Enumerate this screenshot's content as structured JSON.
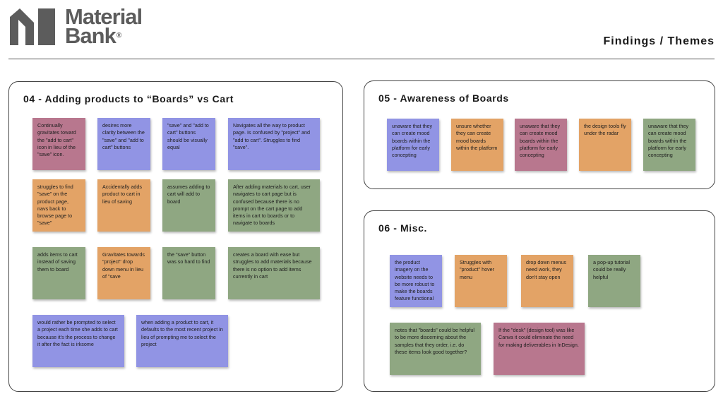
{
  "header": {
    "logo_line1": "Material",
    "logo_line2": "Bank",
    "logo_reg": "®",
    "page_title": "Findings / Themes"
  },
  "colors": {
    "pink": "#b8778e",
    "purple": "#9194e4",
    "orange": "#e3a366",
    "green": "#8fa782",
    "logo_gray": "#5c5c5c"
  },
  "panels": {
    "boards_vs_cart": {
      "title": "04 - Adding products to “Boards” vs Cart",
      "notes": [
        {
          "color": "pink",
          "text": "Continually gravitates toward the \"add to cart\" icon in lieu of the \"save\" icon."
        },
        {
          "color": "purple",
          "text": "desires more clarity between the \"save\" and \"add to cart\" buttons"
        },
        {
          "color": "purple",
          "text": "\"save\" and \"add to cart\" buttons should be visually equal"
        },
        {
          "color": "purple",
          "text": "Navigates all the way to product page. Is confused by \"project\" and \"add to cart\". Struggles to find \"save\"."
        },
        {
          "color": "orange",
          "text": "struggles to find \"save\" on the product page, navs back to browse page to \"save\""
        },
        {
          "color": "orange",
          "text": "Accidentally adds product to cart in lieu of saving"
        },
        {
          "color": "green",
          "text": "assumes adding to cart will add to board"
        },
        {
          "color": "green",
          "text": "After adding materials to cart, user navigates to cart page but is confused because there is no prompt on the cart page to add items in cart to boards or to navigate to boards"
        },
        {
          "color": "green",
          "text": "adds items to cart instead of saving them to board"
        },
        {
          "color": "orange",
          "text": "Gravitates towards \"project\" drop down menu in lieu of \"save"
        },
        {
          "color": "green",
          "text": "the \"save\" button was so hard to find"
        },
        {
          "color": "green",
          "text": "creates a board with ease but struggles to add materials because there is no option to add items currently in cart"
        },
        {
          "color": "purple",
          "text": "would rather be prompted to select a project each time she adds to cart because it's the process to change it after the fact is irksome"
        },
        {
          "color": "purple",
          "text": "when adding a product to cart, it defaults to the most recent project in lieu of prompting me to select the project"
        }
      ]
    },
    "awareness": {
      "title": "05 - Awareness of Boards",
      "notes": [
        {
          "color": "purple",
          "text": "unaware that they can create mood boards within the platform for early concepting"
        },
        {
          "color": "orange",
          "text": "unsure whether they can create mood boards within the platform"
        },
        {
          "color": "pink",
          "text": "unaware that they can create mood boards within the platform for early concepting"
        },
        {
          "color": "orange",
          "text": "the design tools fly under the radar"
        },
        {
          "color": "green",
          "text": "unaware that they can create mood boards within the platform for early concepting"
        }
      ]
    },
    "misc": {
      "title": "06 - Misc.",
      "notes": [
        {
          "color": "purple",
          "text": "the product imagery on the website needs to be more robust to make the boards feature functional"
        },
        {
          "color": "orange",
          "text": "Struggles with \"product\" hover menu"
        },
        {
          "color": "orange",
          "text": "drop down menus need work, they don't stay open"
        },
        {
          "color": "green",
          "text": "a pop-up tutorial could be really helpful"
        },
        {
          "color": "green",
          "text": "notes that \"boards\" could be helpful to be more discerning about the samples that they order, i.e. do these items look good together?"
        },
        {
          "color": "pink",
          "text": "If the \"desk\" (design tool) was like Canva it could eliminate the need for making deliverables in InDesign."
        }
      ]
    }
  }
}
